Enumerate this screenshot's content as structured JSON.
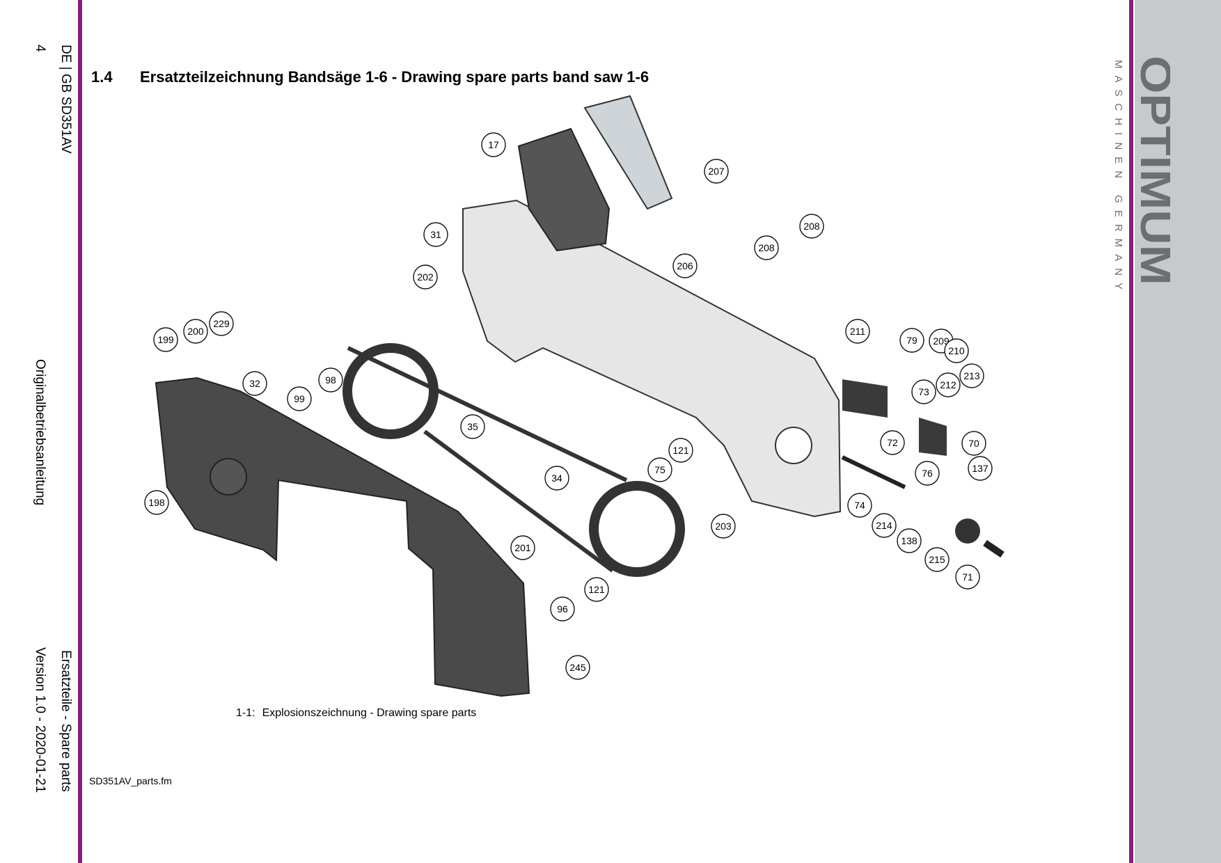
{
  "header": {
    "section_number": "1.4",
    "title": "Ersatzteilzeichnung Bandsäge 1-6 - Drawing spare parts band saw 1-6"
  },
  "left_margin": {
    "lang_model": "DE | GB   SD351AV",
    "page_number": "4",
    "manual_type": "Originalbetriebsanleitung",
    "section": "Ersatzteile - Spare parts",
    "version": "Version 1.0 - 2020-01-21"
  },
  "brand": {
    "name": "OPTIMUM",
    "registered": "®",
    "subtitle": "MASCHINEN GERMANY",
    "accent_color": "#8a1c7c",
    "band_color": "#c8c9cc"
  },
  "figure": {
    "caption_number": "1-1:",
    "caption": "Explosionszeichnung - Drawing spare parts",
    "part_labels": [
      "17",
      "207",
      "208",
      "208",
      "31",
      "206",
      "202",
      "211",
      "79",
      "209",
      "210",
      "229",
      "200",
      "199",
      "213",
      "212",
      "73",
      "32",
      "98",
      "99",
      "35",
      "72",
      "70",
      "121",
      "76",
      "137",
      "75",
      "34",
      "74",
      "214",
      "138",
      "198",
      "203",
      "215",
      "201",
      "71",
      "121",
      "96",
      "245"
    ]
  },
  "footer": {
    "filename": "SD351AV_parts.fm"
  }
}
